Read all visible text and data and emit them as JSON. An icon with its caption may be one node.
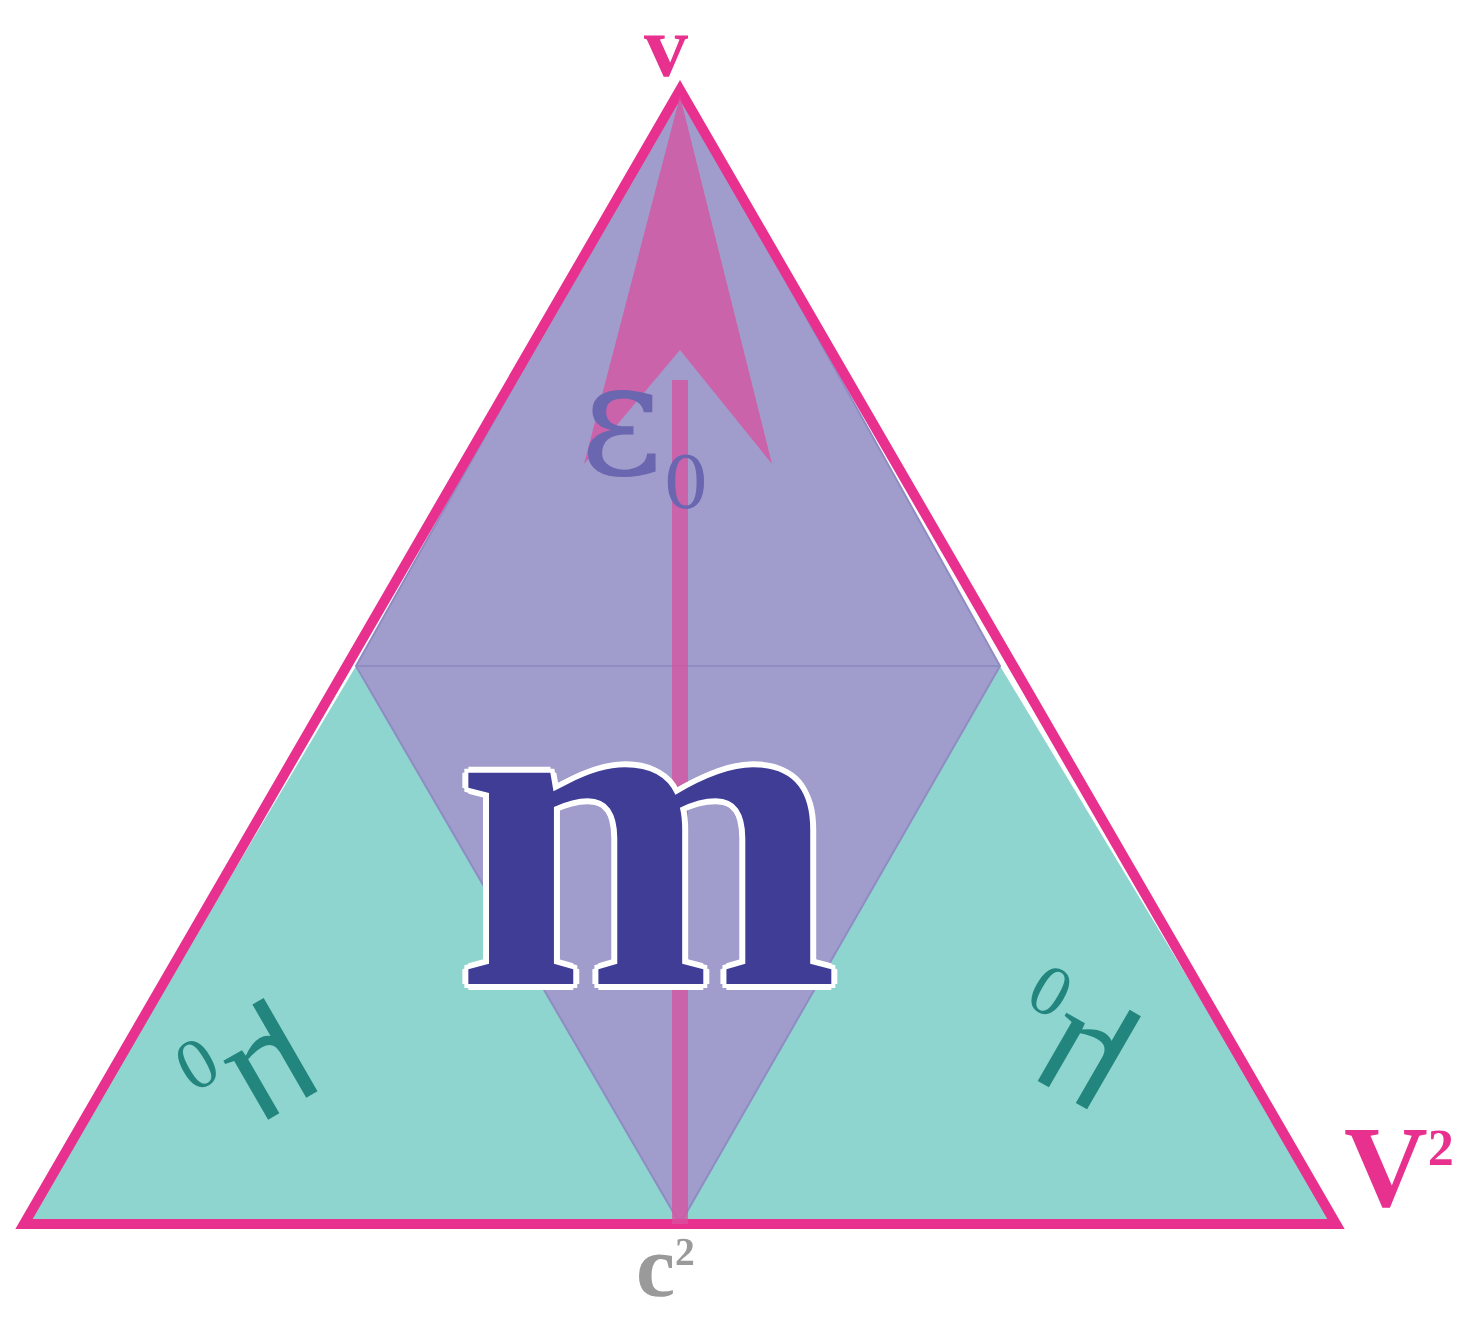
{
  "diagram": {
    "labels": [
      "v",
      "ε$_{0}$",
      "m",
      "μ$_{0}$",
      "μ$_{0}$",
      "V$^{2}$",
      "c$^{2}$"
    ]
  }
}
